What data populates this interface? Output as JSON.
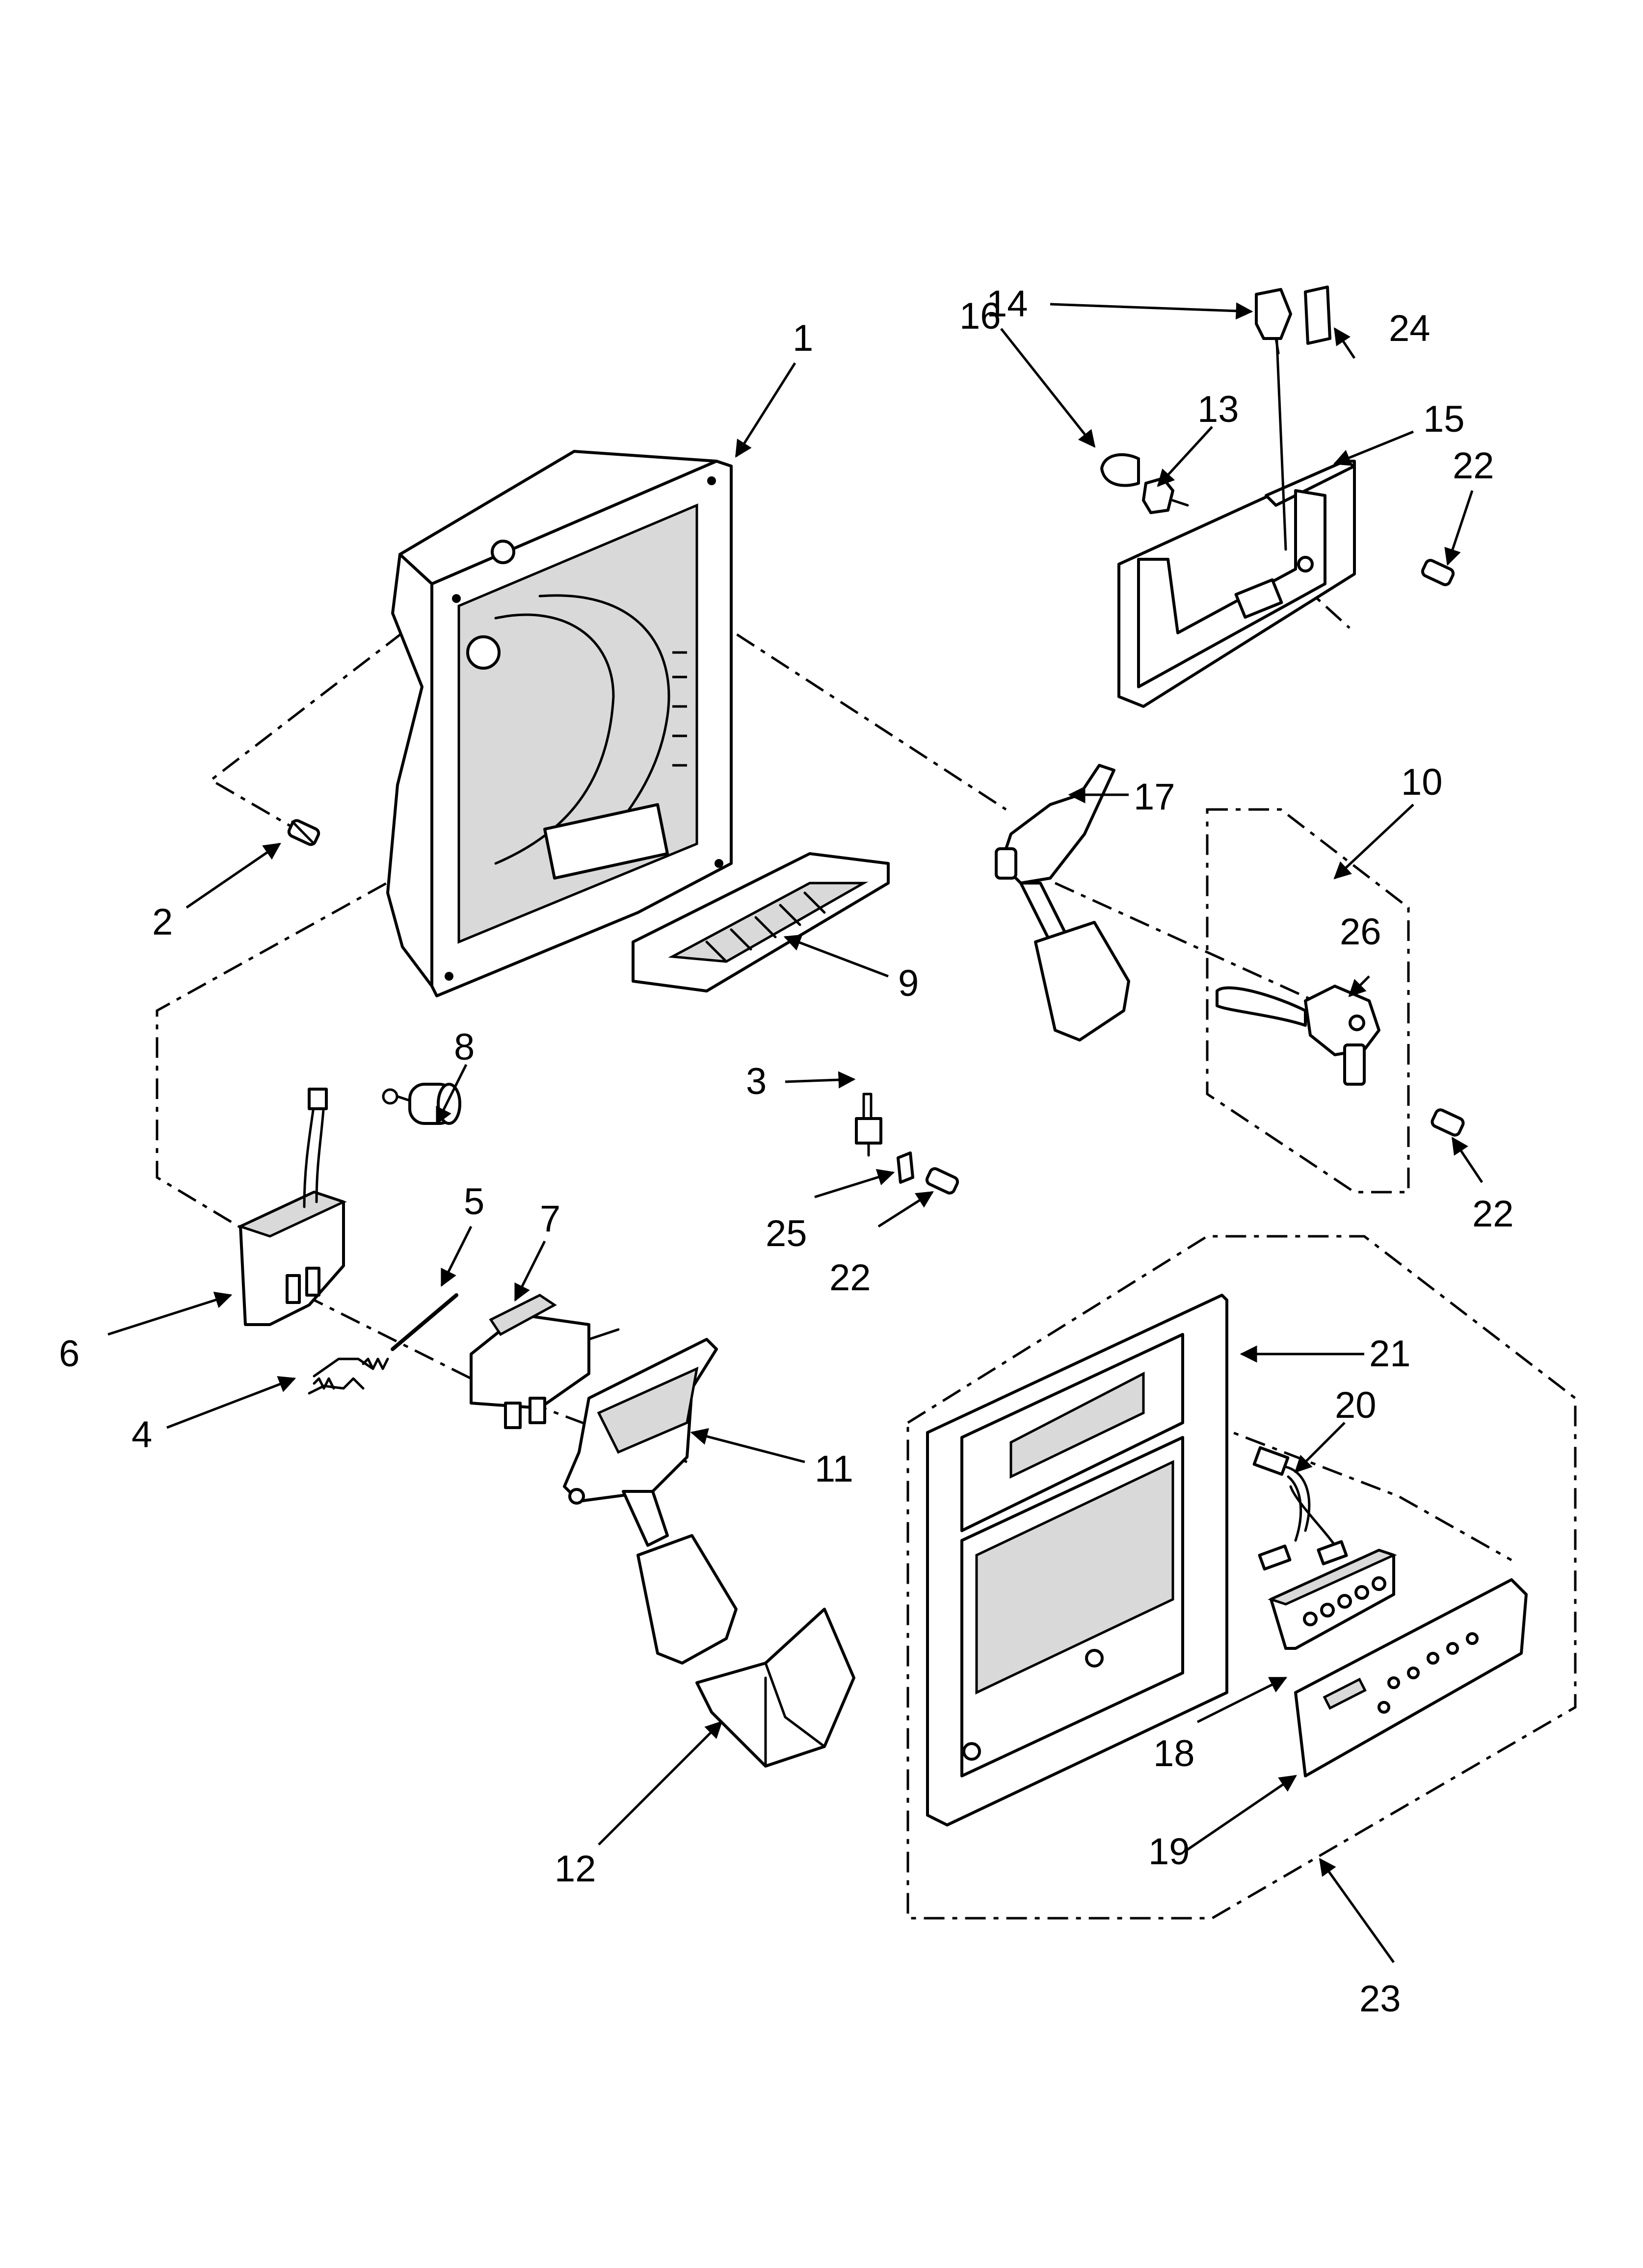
{
  "callouts": {
    "c1": "1",
    "c2": "2",
    "c3": "3",
    "c4": "4",
    "c5": "5",
    "c6": "6",
    "c7": "7",
    "c8": "8",
    "c9": "9",
    "c10": "10",
    "c11": "11",
    "c12": "12",
    "c13": "13",
    "c14": "14",
    "c15": "15",
    "c16": "16",
    "c17": "17",
    "c18": "18",
    "c19": "19",
    "c20": "20",
    "c21": "21",
    "c22a": "22",
    "c22b": "22",
    "c22c": "22",
    "c23": "23",
    "c24": "24",
    "c25": "25",
    "c26": "26"
  }
}
